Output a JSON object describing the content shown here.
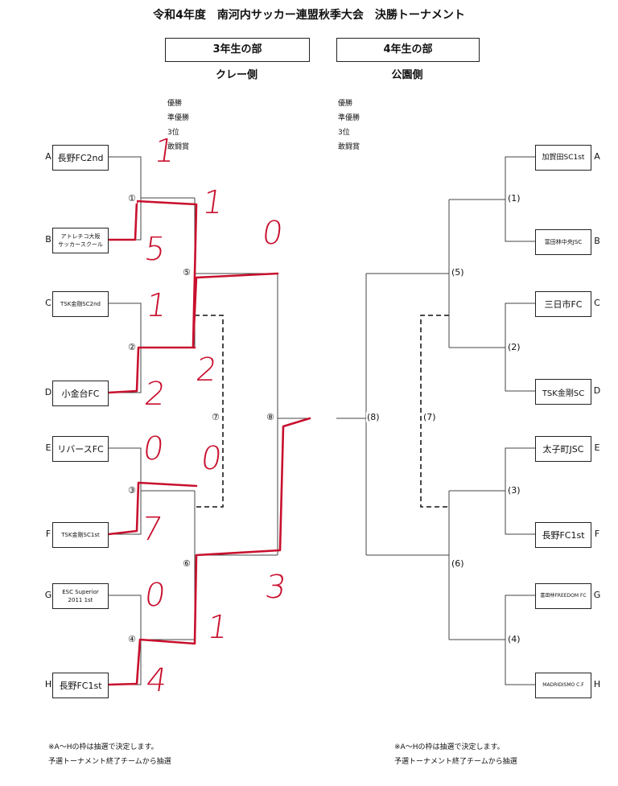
{
  "title": "令和4年度　南河内サッカー連盟秋季大会　決勝トーナメント",
  "left": {
    "division": "3年生の部",
    "venue": "クレー側",
    "prizes": [
      "優勝",
      "準優勝",
      "3位",
      "敢闘賞"
    ],
    "teams": [
      {
        "seed": "A",
        "name": "長野FC2nd"
      },
      {
        "seed": "B",
        "name": "アトレチコ大阪\nサッカースクール"
      },
      {
        "seed": "C",
        "name": "TSK金剛SC2nd"
      },
      {
        "seed": "D",
        "name": "小金台FC"
      },
      {
        "seed": "E",
        "name": "リバースFC"
      },
      {
        "seed": "F",
        "name": "TSK金剛SC1st"
      },
      {
        "seed": "G",
        "name": "ESC Superior\n2011 1st"
      },
      {
        "seed": "H",
        "name": "長野FC1st"
      }
    ],
    "matches": [
      "①",
      "②",
      "③",
      "④",
      "⑤",
      "⑥",
      "⑦",
      "⑧"
    ]
  },
  "right": {
    "division": "4年生の部",
    "venue": "公園側",
    "prizes": [
      "優勝",
      "準優勝",
      "3位",
      "敢闘賞"
    ],
    "teams": [
      {
        "seed": "A",
        "name": "加賀田SC1st"
      },
      {
        "seed": "B",
        "name": "富田林中央JSC"
      },
      {
        "seed": "C",
        "name": "三日市FC"
      },
      {
        "seed": "D",
        "name": "TSK金剛SC"
      },
      {
        "seed": "E",
        "name": "太子町JSC"
      },
      {
        "seed": "F",
        "name": "長野FC1st"
      },
      {
        "seed": "G",
        "name": "富田林FREEDOM FC"
      },
      {
        "seed": "H",
        "name": "MADRIDISMO C.F"
      }
    ],
    "matches": [
      "(1)",
      "(2)",
      "(3)",
      "(4)",
      "(5)",
      "(6)",
      "(7)",
      "(8)"
    ]
  },
  "handwritten_scores": [
    "1",
    "1",
    "5",
    "0",
    "1",
    "2",
    "2",
    "0",
    "0",
    "7",
    "0",
    "1",
    "3",
    "4"
  ],
  "ink_color": "#c8102e",
  "notes": {
    "left": [
      "※A～Hの枠は抽選で決定します。",
      "予選トーナメント終了チームから抽選"
    ],
    "right": [
      "※A～Hの枠は抽選で決定します。",
      "予選トーナメント終了チームから抽選"
    ]
  }
}
